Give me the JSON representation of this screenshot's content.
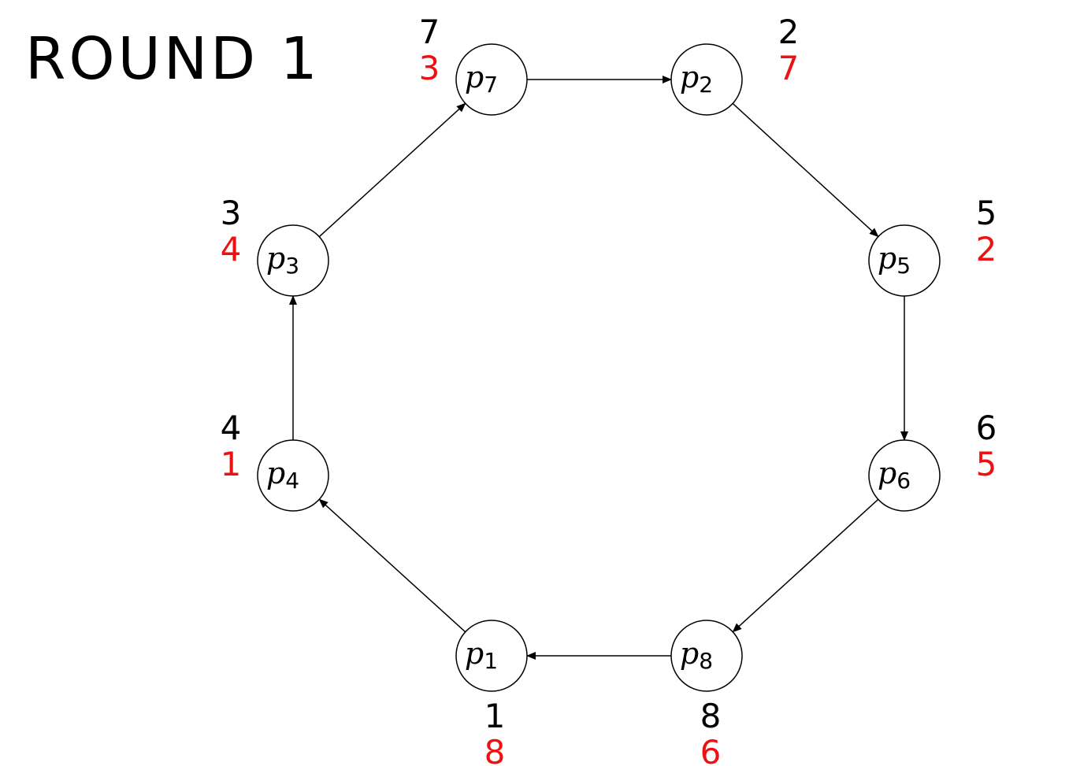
{
  "title": "ROUND 1",
  "colors": {
    "stroke": "#000000",
    "value_text": "#ee1111"
  },
  "nodes": [
    {
      "key": "p7",
      "letter": "p",
      "sub": "7",
      "id": "7",
      "value": "3"
    },
    {
      "key": "p2",
      "letter": "p",
      "sub": "2",
      "id": "2",
      "value": "7"
    },
    {
      "key": "p5",
      "letter": "p",
      "sub": "5",
      "id": "5",
      "value": "2"
    },
    {
      "key": "p6",
      "letter": "p",
      "sub": "6",
      "id": "6",
      "value": "5"
    },
    {
      "key": "p8",
      "letter": "p",
      "sub": "8",
      "id": "8",
      "value": "6"
    },
    {
      "key": "p1",
      "letter": "p",
      "sub": "1",
      "id": "1",
      "value": "8"
    },
    {
      "key": "p4",
      "letter": "p",
      "sub": "4",
      "id": "4",
      "value": "1"
    },
    {
      "key": "p3",
      "letter": "p",
      "sub": "3",
      "id": "3",
      "value": "4"
    }
  ],
  "edges": [
    {
      "from": "p7",
      "to": "p2"
    },
    {
      "from": "p2",
      "to": "p5"
    },
    {
      "from": "p5",
      "to": "p6"
    },
    {
      "from": "p6",
      "to": "p8"
    },
    {
      "from": "p8",
      "to": "p1"
    },
    {
      "from": "p1",
      "to": "p4"
    },
    {
      "from": "p4",
      "to": "p3"
    },
    {
      "from": "p3",
      "to": "p7"
    }
  ]
}
